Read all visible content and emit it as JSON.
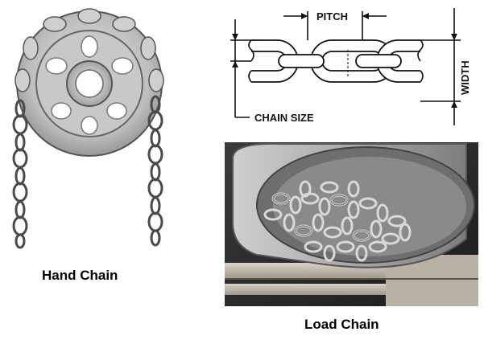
{
  "captions": {
    "hand_chain": "Hand Chain",
    "load_chain": "Load Chain"
  },
  "diagram": {
    "pitch_label": "PITCH",
    "width_label": "WIDTH",
    "chain_size_label": "CHAIN SIZE"
  },
  "icons": {
    "pulley": "pulley-wheel-illustration",
    "diagram": "chain-dimension-diagram",
    "bucket": "bucket-of-chain-photo"
  }
}
